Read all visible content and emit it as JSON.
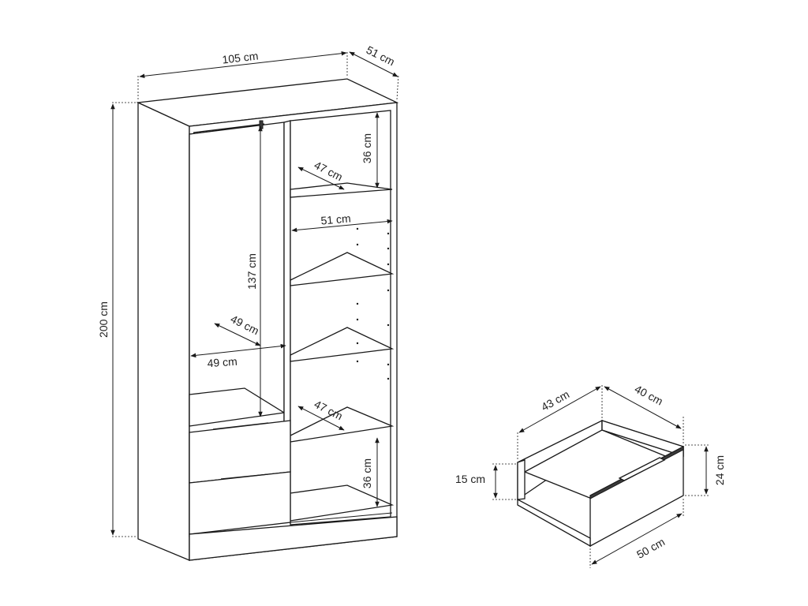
{
  "wardrobe": {
    "width_label": "105 cm",
    "depth_label": "51 cm",
    "height_label": "200 cm",
    "hanging_height_label": "137 cm",
    "hanging_depth_label": "49 cm",
    "hanging_width_label": "49 cm",
    "top_shelf_depth_label": "47 cm",
    "top_shelf_height_label": "36 cm",
    "shelf_width_label": "51 cm",
    "lower_shelf_depth_label": "47 cm",
    "bottom_shelf_height_label": "36 cm"
  },
  "drawer": {
    "inner_width_label": "43 cm",
    "depth_label": "40 cm",
    "inner_height_label": "15 cm",
    "front_height_label": "24 cm",
    "front_width_label": "50 cm"
  },
  "colors": {
    "line": "#1a1a1a",
    "background": "#ffffff"
  }
}
